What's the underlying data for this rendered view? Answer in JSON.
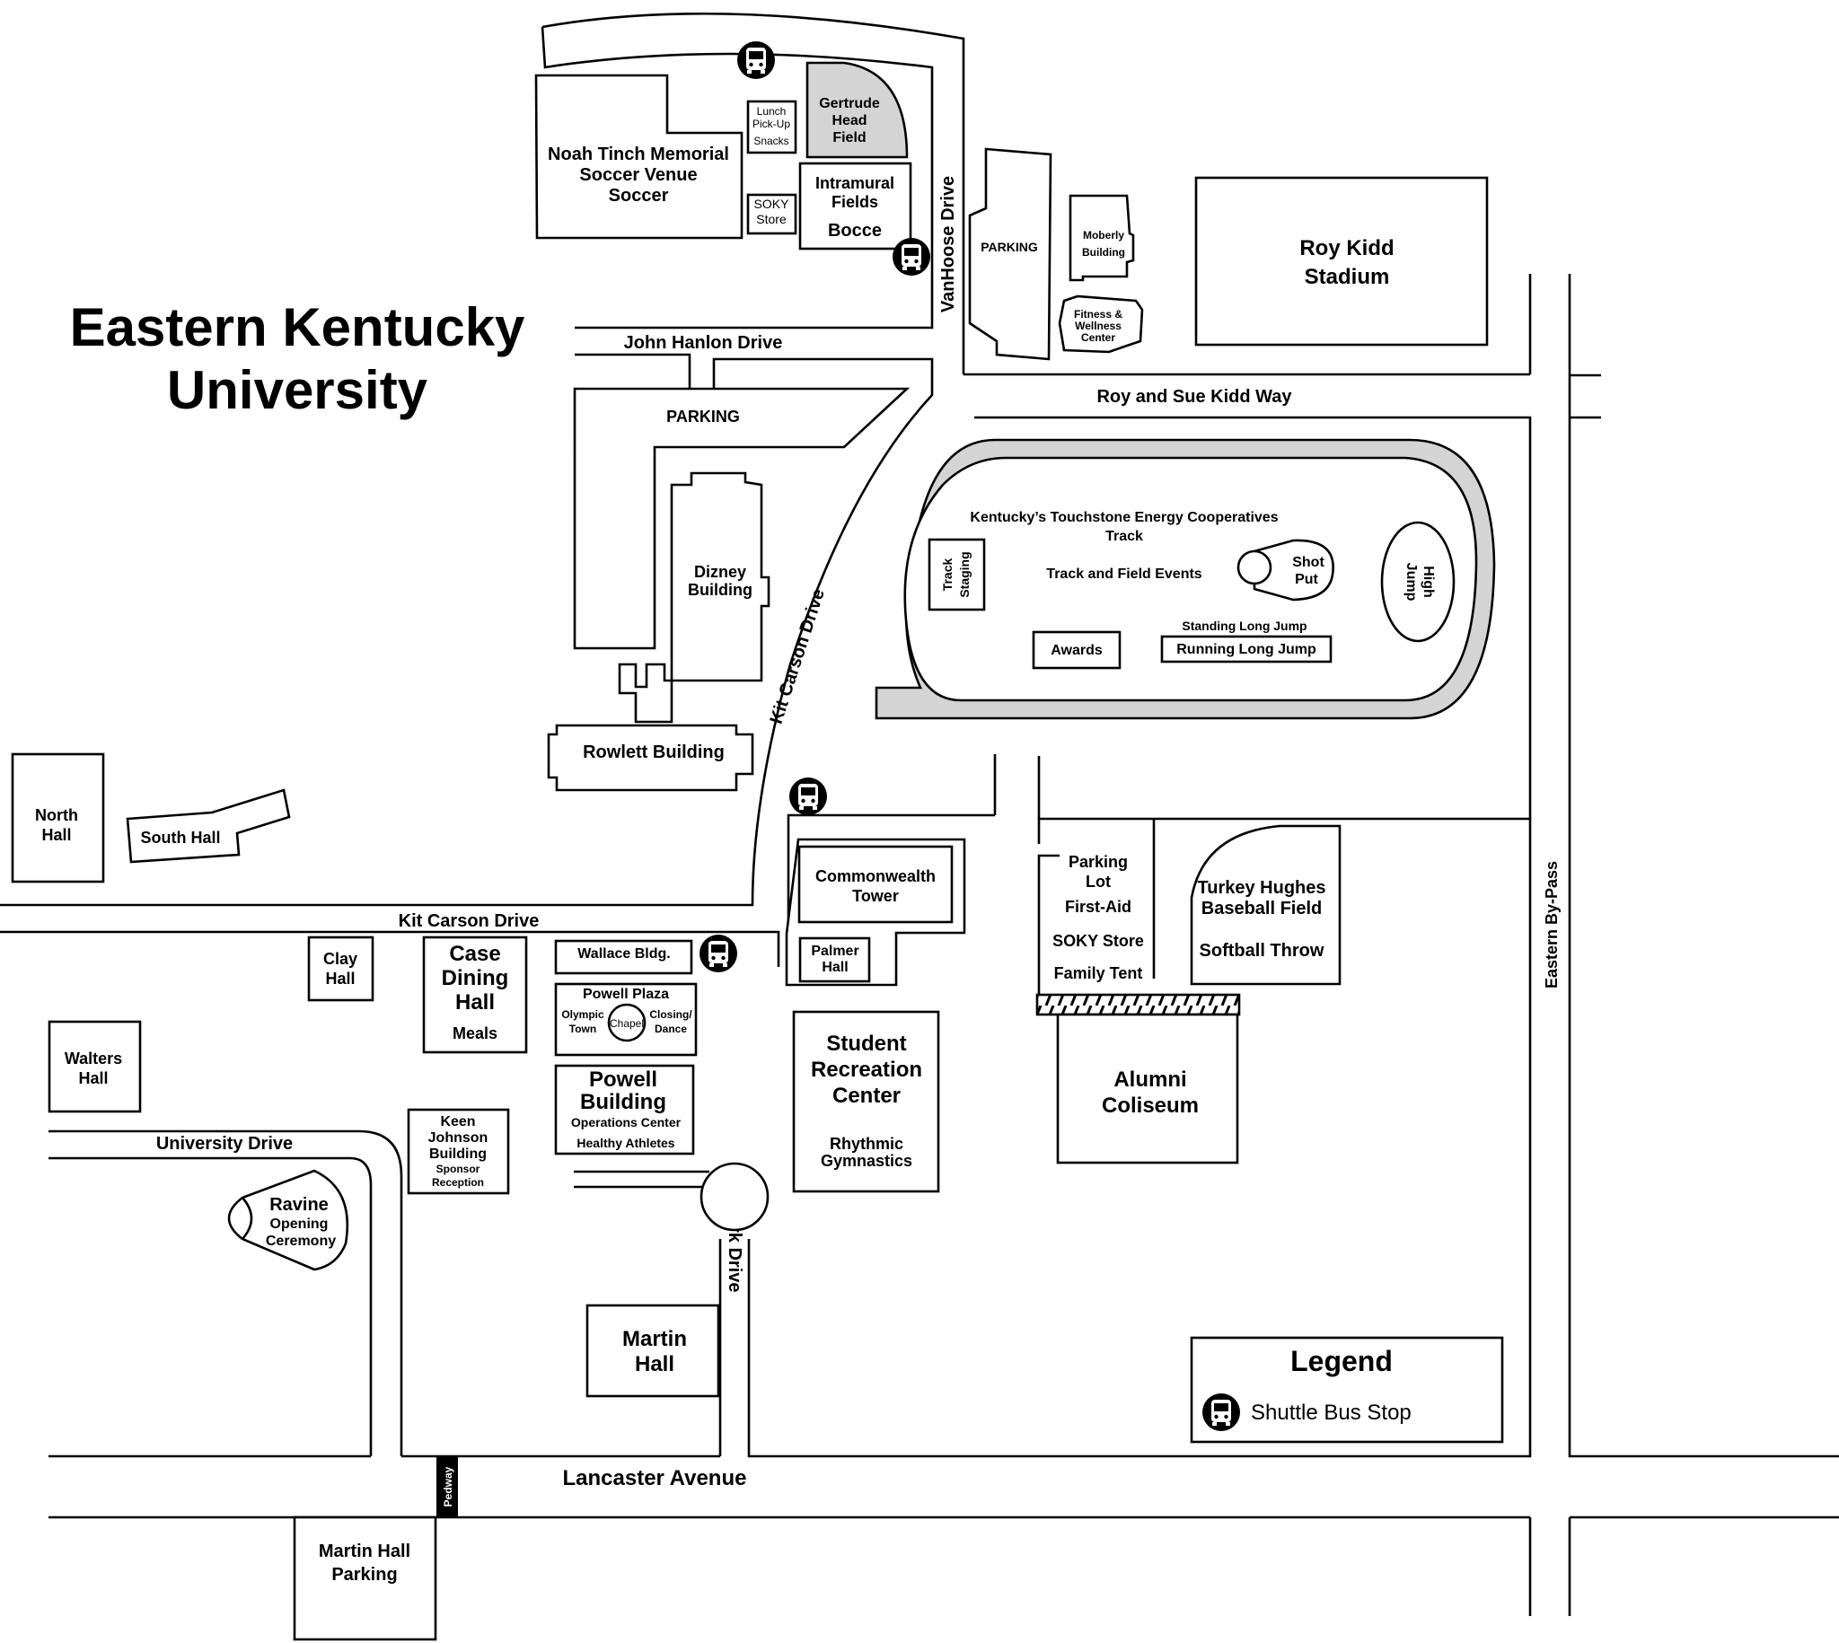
{
  "title": {
    "line1": "Eastern Kentucky",
    "line2": "University"
  },
  "roads": {
    "john_hanlon": "John Hanlon Drive",
    "vanhoose": "VanHoose Drive",
    "roy_sue_kidd": "Roy and Sue Kidd Way",
    "kit_carson_curve": "Kit Carson Drive",
    "kit_carson": "Kit Carson Drive",
    "university": "University Drive",
    "park": "Park Drive",
    "lancaster": "Lancaster Avenue",
    "eastern_bypass": "Eastern By-Pass",
    "pedway": "Pedway"
  },
  "buildings": {
    "noah_tinch": [
      "Noah Tinch Memorial",
      "Soccer Venue",
      "Soccer"
    ],
    "lunch": [
      "Lunch",
      "Pick-Up",
      "Snacks"
    ],
    "gertrude": [
      "Gertrude",
      "Head",
      "Field"
    ],
    "soky_store_top": [
      "SOKY",
      "Store"
    ],
    "intramural": [
      "Intramural",
      "Fields",
      "Bocce"
    ],
    "parking_vanhoose": "PARKING",
    "moberly": [
      "Moberly",
      "Building"
    ],
    "fitness": [
      "Fitness &",
      "Wellness",
      "Center"
    ],
    "roy_kidd": [
      "Roy Kidd",
      "Stadium"
    ],
    "parking_main": "PARKING",
    "dizney": [
      "Dizney",
      "Building"
    ],
    "rowlett": "Rowlett Building",
    "north_hall": [
      "North",
      "Hall"
    ],
    "south_hall": "South Hall",
    "commonwealth": [
      "Commonwealth",
      "Tower"
    ],
    "palmer": [
      "Palmer",
      "Hall"
    ],
    "clay": [
      "Clay",
      "Hall"
    ],
    "case_dining": [
      "Case",
      "Dining",
      "Hall",
      "Meals"
    ],
    "wallace": "Wallace Bldg.",
    "powell_plaza": {
      "title": "Powell Plaza",
      "left": [
        "Olympic",
        "Town"
      ],
      "center": "Chapel",
      "right": [
        "Closing/",
        "Dance"
      ]
    },
    "powell_building": [
      "Powell",
      "Building",
      "Operations Center",
      "Healthy Athletes"
    ],
    "walters": [
      "Walters",
      "Hall"
    ],
    "keen_johnson": [
      "Keen",
      "Johnson",
      "Building",
      "Sponsor",
      "Reception"
    ],
    "ravine": [
      "Ravine",
      "Opening",
      "Ceremony"
    ],
    "student_rec": [
      "Student",
      "Recreation",
      "Center",
      "Rhythmic",
      "Gymnastics"
    ],
    "parking_lot": [
      "Parking",
      "Lot",
      "First-Aid",
      "SOKY Store",
      "Family Tent"
    ],
    "turkey_hughes": [
      "Turkey Hughes",
      "Baseball Field",
      "Softball Throw"
    ],
    "alumni": [
      "Alumni",
      "Coliseum"
    ],
    "martin_hall": [
      "Martin",
      "Hall"
    ],
    "martin_parking": [
      "Martin Hall",
      "Parking"
    ]
  },
  "track": {
    "name_line1": "Kentucky’s Touchstone Energy Cooperatives",
    "name_line2": "Track",
    "staging": [
      "Track",
      "Staging"
    ],
    "events": "Track and Field Events",
    "shot_put": [
      "Shot",
      "Put"
    ],
    "high_jump": [
      "High",
      "Jump"
    ],
    "standing_long_jump": "Standing Long Jump",
    "running_long_jump": "Running Long Jump",
    "awards": "Awards"
  },
  "legend": {
    "title": "Legend",
    "item": "Shuttle Bus Stop",
    "icon": "bus-icon"
  }
}
